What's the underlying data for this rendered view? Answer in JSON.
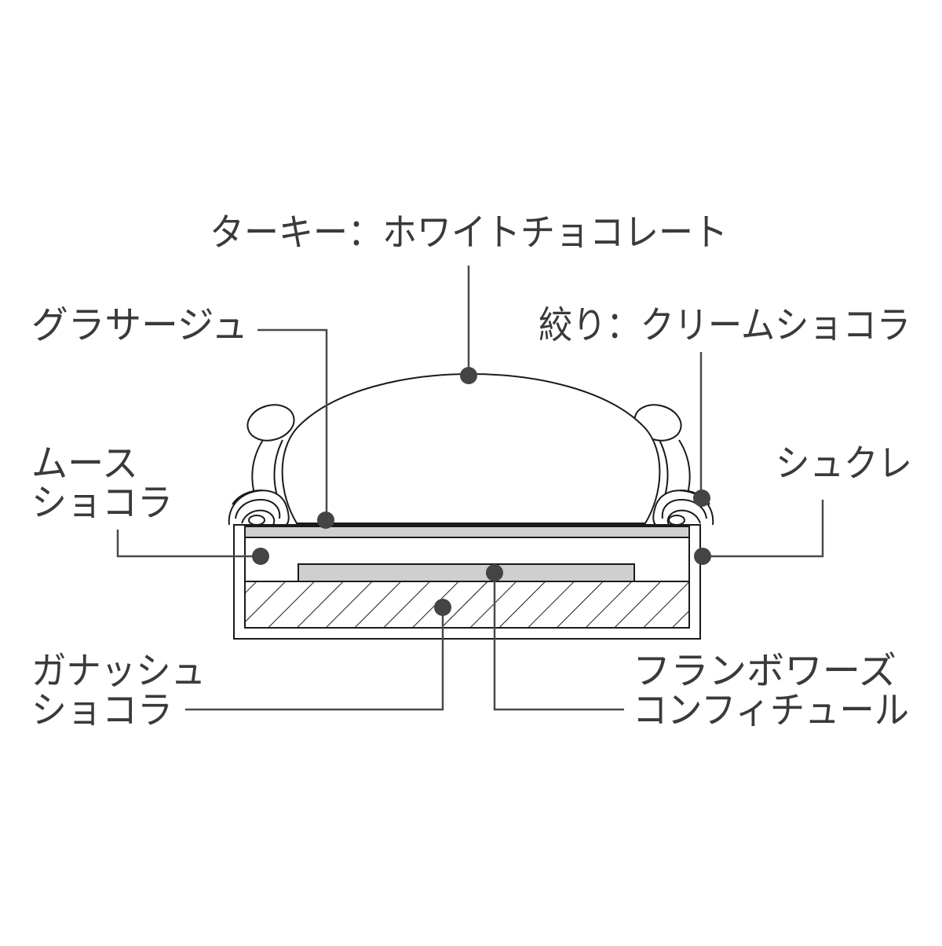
{
  "colors": {
    "line": "#1a1a1a",
    "leader": "#4a4a4a",
    "dot": "#444444",
    "gray_layer": "#cfcfcf",
    "text": "#3a3a3a",
    "background": "#ffffff"
  },
  "labels": {
    "turkey": "ターキー：ホワイトチョコレート",
    "glacage": "グラサージュ",
    "shibori": "絞り：クリームショコラ",
    "mousse_line1": "ムース",
    "mousse_line2": "ショコラ",
    "sucre": "シュクレ",
    "ganache_line1": "ガナッシュ",
    "ganache_line2": "ショコラ",
    "framboise_line1": "フランボワーズ",
    "framboise_line2": "コンフィチュール"
  }
}
